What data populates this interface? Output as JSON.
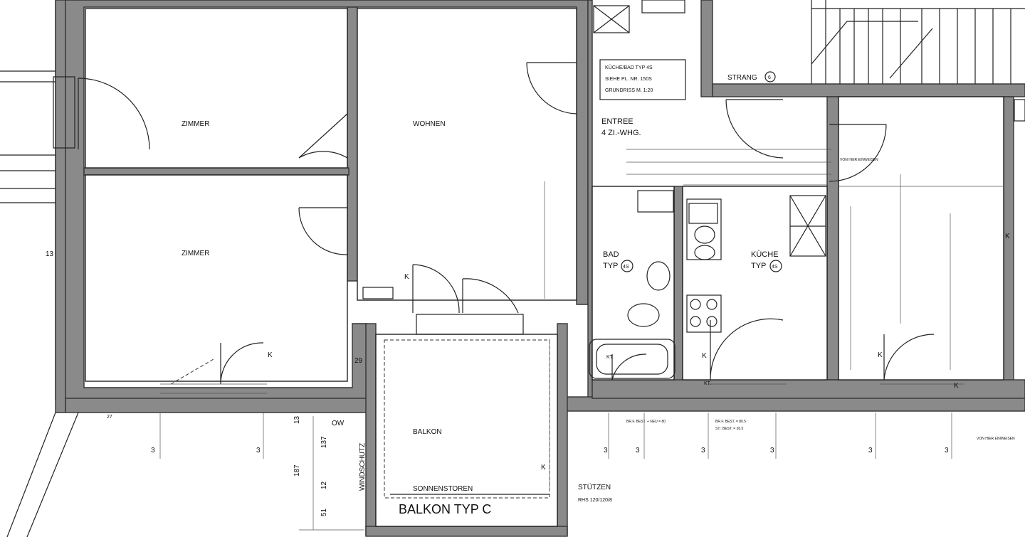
{
  "rooms": {
    "zimmer_top": "ZIMMER",
    "zimmer_bottom": "ZIMMER",
    "wohnen": "WOHNEN",
    "entree_line1": "ENTREE",
    "entree_line2": "4 ZI.-WHG.",
    "bad_line1": "BAD",
    "bad_line2": "TYP",
    "bad_type": "4S",
    "kueche_line1": "KÜCHE",
    "kueche_line2": "TYP",
    "kueche_type": "4S",
    "balkon": "BALKON"
  },
  "notes": {
    "kuechebad_line1": "KÜCHE/BAD TYP 4S",
    "kuechebad_line2": "SIEHE PL. NR. 150S",
    "kuechebad_line3": "GRUNDRISS M. 1:20",
    "strang": "STRANG",
    "strang_no": "6",
    "sonnenstoren": "SONNENSTOREN",
    "balkon_typ": "BALKON TYP C",
    "stuetzen_line1": "STÜTZEN",
    "stuetzen_line2": "RHS 120/120/8",
    "windschutz": "WINDSCHUTZ",
    "ow": "OW",
    "brf_left": "BR.F. BEST. + NEU = 80",
    "brf_right_1": "BR.F. BEST. = 80.5",
    "brf_right_2": "ST.:     BEST. = 26.5",
    "kt1": "KT.",
    "kt2": "KT.",
    "von_hier_1": "VON HIER EINWEISEN",
    "von_hier_2": "VON HIER EINWEISEN"
  },
  "dimensions": {
    "d13_left": "13",
    "d29": "29",
    "d13_bottom": "13",
    "d137": "137",
    "d187": "187",
    "d12": "12",
    "d51": "51",
    "d27": "27",
    "threes": [
      "3",
      "3",
      "3",
      "3",
      "3",
      "3",
      "3",
      "3"
    ]
  },
  "markers": {
    "k1": "K",
    "k2": "K",
    "k3": "K",
    "k4": "K",
    "k5": "K",
    "k6": "K",
    "k7": "K"
  }
}
